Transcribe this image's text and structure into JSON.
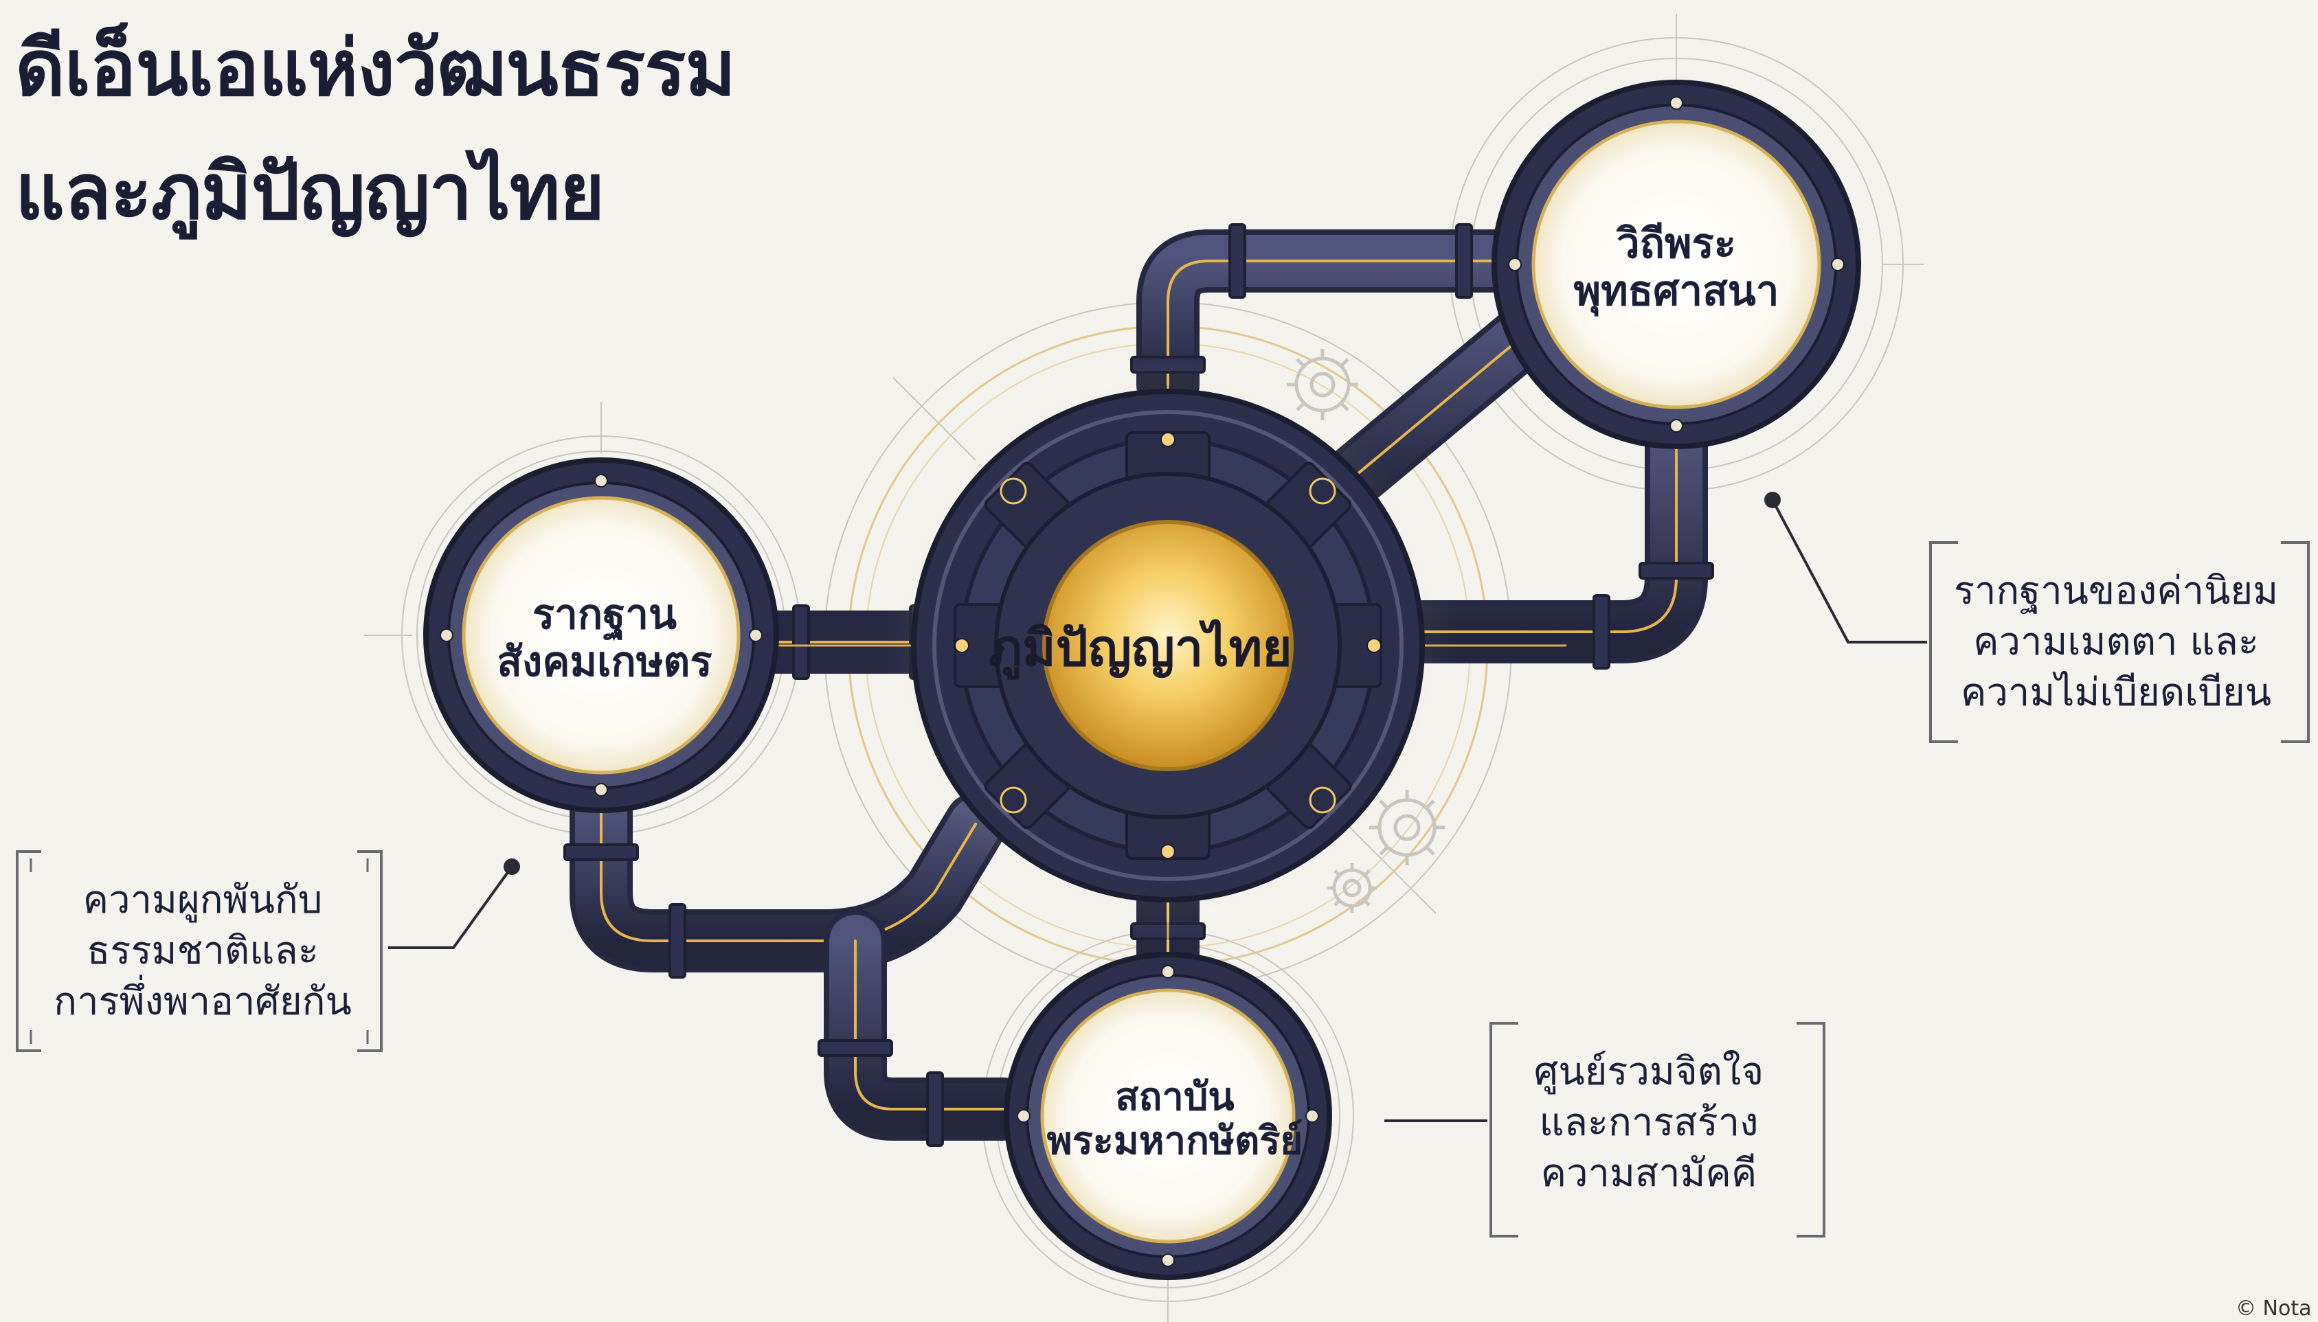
{
  "title": {
    "line1": "ดีเอ็นเอแห่งวัฒนธรรม",
    "line2": "และภูมิปัญญาไทย"
  },
  "hub": {
    "label": "ภูมิปัญญาไทย"
  },
  "nodes": {
    "left": {
      "line1": "รากฐาน",
      "line2": "สังคมเกษตร"
    },
    "top": {
      "line1": "วิถีพระ",
      "line2": "พุทธศาสนา"
    },
    "bottom": {
      "line1": "สถาบัน",
      "line2": "พระมหากษัตริย์"
    }
  },
  "callouts": {
    "left": {
      "line1": "ความผูกพันกับ",
      "line2": "ธรรมชาติและ",
      "line3": "การพึ่งพาอาศัยกัน"
    },
    "right": {
      "line1": "รากฐานของค่านิยม",
      "line2": "ความเมตตา และ",
      "line3": "ความไม่เบียดเบียน"
    },
    "bottom": {
      "line1": "ศูนย์รวมจิตใจ",
      "line2": "และการสร้าง",
      "line3": "ความสามัคคี"
    }
  },
  "footer": {
    "mark": "© Nota"
  },
  "colors": {
    "background": "#f4f3ee",
    "pipe": "#3a3d5c",
    "pipe_dark": "#262842",
    "gold": "#e8b64a",
    "gold_light": "#fbe08a",
    "text": "#1c1f38"
  }
}
